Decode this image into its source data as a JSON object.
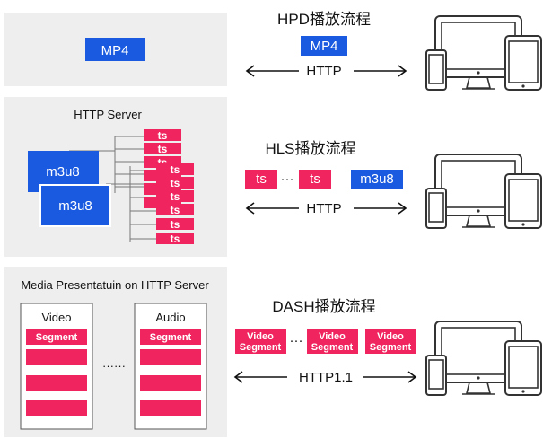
{
  "hpd": {
    "title": "HPD播放流程",
    "container_label": "MP4",
    "chip_label": "MP4",
    "protocol": "HTTP"
  },
  "hls": {
    "title": "HLS播放流程",
    "server_label": "HTTP Server",
    "playlist_a": "m3u8",
    "playlist_b": "m3u8",
    "segment_label": "ts",
    "ellipsis": "···",
    "chip_ts_1": "ts",
    "chip_ts_2": "ts",
    "chip_m3u8": "m3u8",
    "protocol": "HTTP"
  },
  "dash": {
    "title": "DASH播放流程",
    "server_label": "Media Presentatuin on HTTP Server",
    "video_label": "Video",
    "audio_label": "Audio",
    "segment_label": "Segment",
    "ellipsis": "······",
    "chip_line1": "Video",
    "chip_line2": "Segment",
    "chip_ellipsis": "···",
    "protocol": "HTTP1.1"
  },
  "colors": {
    "blue": "#1a5ae0",
    "pink": "#f0245e",
    "panel": "#eeeeee"
  },
  "icons": [
    "devices-icon",
    "arrow-left-icon",
    "arrow-right-icon"
  ]
}
